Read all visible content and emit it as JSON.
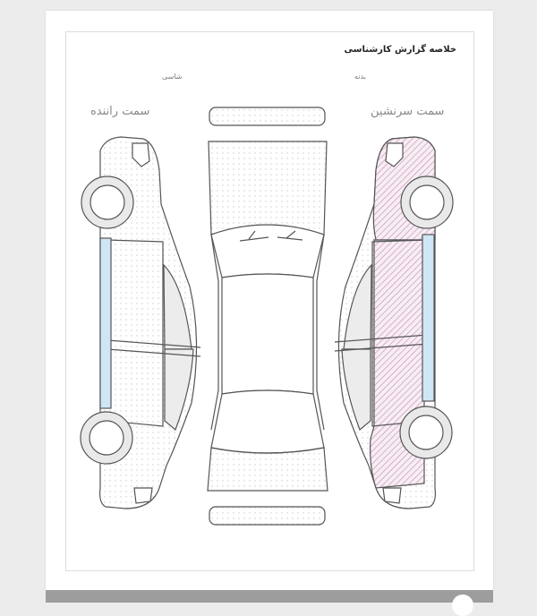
{
  "report": {
    "title": "خلاصه گزارش کارشناسی",
    "body_label": "بدنه",
    "chassis_label": "شاسی",
    "passenger_side": "سمت سرنشین",
    "driver_side": "سمت راننده"
  },
  "legend_colors": {
    "painted_hatch": "#c88fb4",
    "replaced_fill": "#cfe6f6",
    "outline": "#555555",
    "panel_shade": "#ebebeb"
  }
}
